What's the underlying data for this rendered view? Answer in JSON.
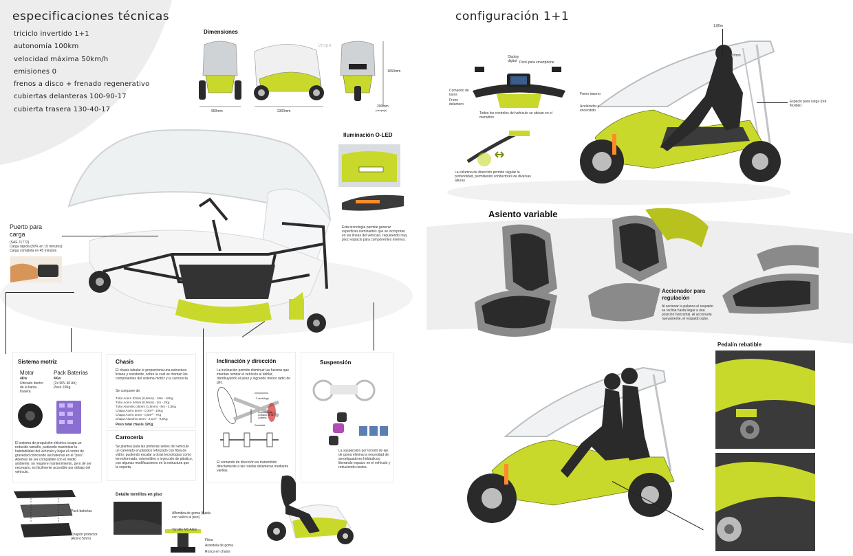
{
  "left": {
    "title": "especificaciones técnicas",
    "specs": [
      "triciclo invertido 1+1",
      "autonomía 100km",
      "velocidad máxima 50km/h",
      "emisiones 0",
      "frenos a disco + frenado regenerativo",
      "cubiertas delanteras 100-90-17",
      "cubierta trasera 130-40-17"
    ],
    "dimensions": {
      "title": "Dimensiones",
      "width": "950mm",
      "length": "2300mm",
      "height": "1650mm",
      "clearance": "200mm",
      "clearance_note": "(despeje)",
      "watermark": "Vespa"
    },
    "lighting": {
      "title": "Iluminación O-LED",
      "text": "Esta tecnología permite generar superficies iluminantes que se incorporan en las líneas del vehículo, requiriendo muy poco espacio para componentes internos."
    },
    "charging": {
      "title": "Puerto para carga",
      "lines": [
        "(SAE J1772)",
        "Carga rápida (80% en 15 minutos)",
        "Carga completa en 45 minutos"
      ]
    },
    "motor_system": {
      "title": "Sistema motriz",
      "motor_label": "Motor",
      "motor_power": "4Kw",
      "motor_desc": "Ubicado dentro de la llanta trasera",
      "battery_label": "Pack Baterías",
      "battery_power": "4Kw",
      "battery_desc": "(2x 96V 40 Ah) Peso 20Kg",
      "text": "El sistema de propulsión eléctrico ocupa un reducido tamaño, pudiendo maximizar la habitabilidad del vehículo y bajar el centro de gravedad colocando las baterías en el \"piso\". Además de ser compatible con el medio ambiente, no requiere mantenimiento, pero de ser necesario, es fácilmente accesible por debajo del vehículo.",
      "pack_label": "Pack baterías",
      "protector_label": "Chapón protector (Acero 5mm)"
    },
    "chassis": {
      "title": "Chasis",
      "text": "El chasis tubular le proporciona una estructura liviana y resistente, sobre la cual se montan los componentes del sistema motriz y la carrocería.",
      "compose": "Se compone de:",
      "items": [
        "Tubo Acero 32mm (0,9mm) - 16m - 10Kg",
        "Tubo Acero 44mm (0,9mm) - 2m - 2Kg",
        "Tubo Aluminio 25mm (1,5mm) - 8m - 2,5Kg",
        "Chapa Acero 5mm - 0,3m² - 10Kg",
        "Chapa Acero 2mm - 0,5m² - 7Kg",
        "Chapa Aluminio 3mm - 0,1m² - 0,5Kg"
      ],
      "total": "Peso total chasis 32Kg"
    },
    "body": {
      "title": "Carrocería",
      "text": "Se plantea para las primeras series del vehículo un carenado en plástico reforzado con fibra de vidrio, pudiendo escalar a otras tecnologías como termoformado, rotomoldeo o inyección de plástico, con algunas modificaciones en la estructura que la soporta."
    },
    "tilt": {
      "title": "Inclinación y dirección",
      "text": "La inclinación permite disminuir las fuerzas que intentan tumbar el vehículo al doblar, distribuyendo el peso y logrando menor radio de giro.",
      "force_label": "F centrífuga",
      "gravity_label": "Gravedad",
      "surface_label": "Superficie de contacto de la cubierta",
      "text2": "El comando de dirección es transmitido directamente a las ruedas delanteras mediante varillas."
    },
    "suspension": {
      "title": "Suspensión",
      "text": "La suspensión por torsión de eje de goma elimina la necesidad de amortiguadores hidráulicos, liberando espacio en el vehículo y reduciendo costos."
    },
    "bolts": {
      "title": "Detalle tornillos en piso",
      "labels": [
        "Alfombra de goma (fijada con velcro al piso)",
        "Tornillo M6 Allen",
        "Fibra",
        "Arandela de goma",
        "Rosca en chasis"
      ]
    }
  },
  "right": {
    "title": "configuración 1+1",
    "rider_height": "1,80m",
    "seat_height": "970mm",
    "controls": {
      "display": "Display digital",
      "dock": "Dock para smartphone",
      "lights": "Comando de luces",
      "front_brake": "Freno delantero",
      "rear_brake": "Freno trasero",
      "throttle": "Acelerador y encendido",
      "note": "Todos los controles del vehículo se ubican en el manubrio",
      "steering_note": "La columna de dirección permite regular la profundidad, permitiendo conductores de diversas alturas"
    },
    "cargo": "Espacio para carga (red flexible)",
    "seat": {
      "title": "Asiento variable",
      "actuator_title": "Accionador para regulación",
      "actuator_text": "Al accionar la palanca el respaldo se reclina hasta llegar a una posición horizontal. Al accionarla nuevamente, el respaldo sube."
    },
    "pedal_title": "Pedalín rebatible"
  },
  "colors": {
    "lime": "#c8d92b",
    "dark": "#2a2a2a",
    "frame": "#d9dde0"
  }
}
